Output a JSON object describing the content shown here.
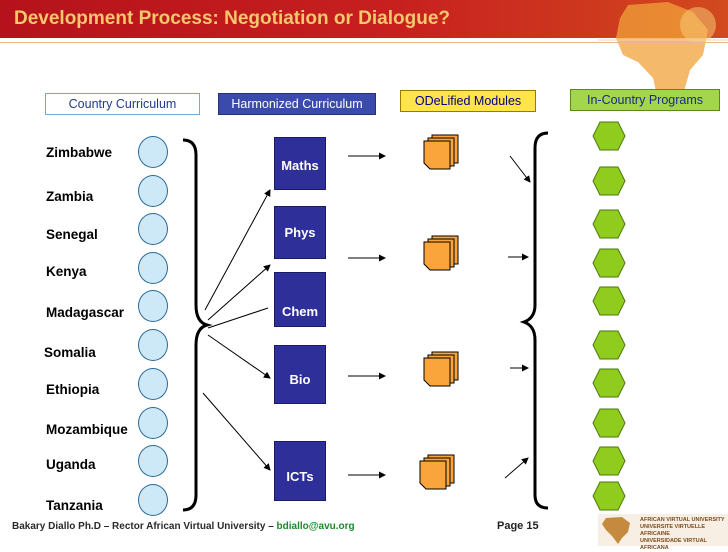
{
  "title": "Development Process: Negotiation or Dialogue?",
  "headers": {
    "country": "Country Curriculum",
    "harmonized": "Harmonized Curriculum",
    "odelified": "ODeLified Modules",
    "in_country": "In-Country Programs"
  },
  "countries": [
    "Zimbabwe",
    "Zambia",
    "Senegal",
    "Kenya",
    "Madagascar",
    "Somalia",
    "Ethiopia",
    "Mozambique",
    "Uganda",
    "Tanzania"
  ],
  "subjects": [
    "Maths",
    "Phys",
    "Chem",
    "Bio",
    "ICTs"
  ],
  "colors": {
    "title_bar": "#c8201f",
    "title_text": "#f3c96b",
    "subject_box": "#2f2f9a",
    "module": "#f9a53c",
    "program_hex": "#8fcc1e"
  },
  "footer": {
    "author": "Bakary Diallo Ph.D – Rector African Virtual University – ",
    "email": "bdiallo@avu.org",
    "page": "Page 15"
  },
  "logo": {
    "line1": "AFRICAN VIRTUAL UNIVERSITY",
    "line2": "UNIVERSITE VIRTUELLE AFRICAINE",
    "line3": "UNIVERSIDADE VIRTUAL AFRICANA"
  }
}
